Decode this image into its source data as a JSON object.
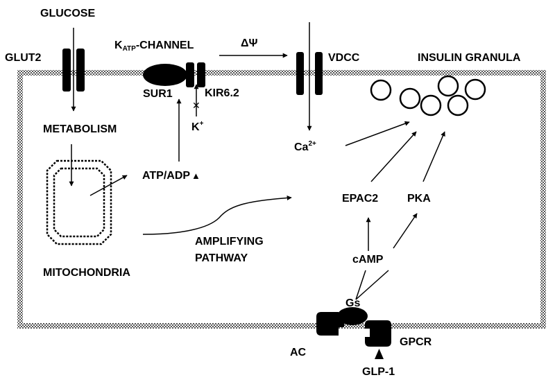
{
  "labels": {
    "glucose": "GLUCOSE",
    "glut2": "GLUT2",
    "katp_k": "K",
    "katp_sub": "ATP",
    "katp_rest": "-CHANNEL",
    "delta_psi": "ΔΨ",
    "vdcc": "VDCC",
    "insulin_granula": "INSULIN GRANULA",
    "sur1": "SUR1",
    "kir62": "KIR6.2",
    "k_ion": "K",
    "k_charge": "+",
    "metabolism": "METABOLISM",
    "ca_ion": "Ca",
    "ca_charge": "2+",
    "atp_adp": "ATP/ADP",
    "atp_adp_marker": "▲",
    "epac2": "EPAC2",
    "pka": "PKA",
    "amplifying_line1": "AMPLIFYING",
    "amplifying_line2": "PATHWAY",
    "camp": "cAMP",
    "mitochondria": "MITOCHONDRIA",
    "gs": "Gs",
    "ac": "AC",
    "gpcr": "GPCR",
    "glp1": "GLP-1"
  },
  "icons": {
    "blocked": "✕"
  }
}
